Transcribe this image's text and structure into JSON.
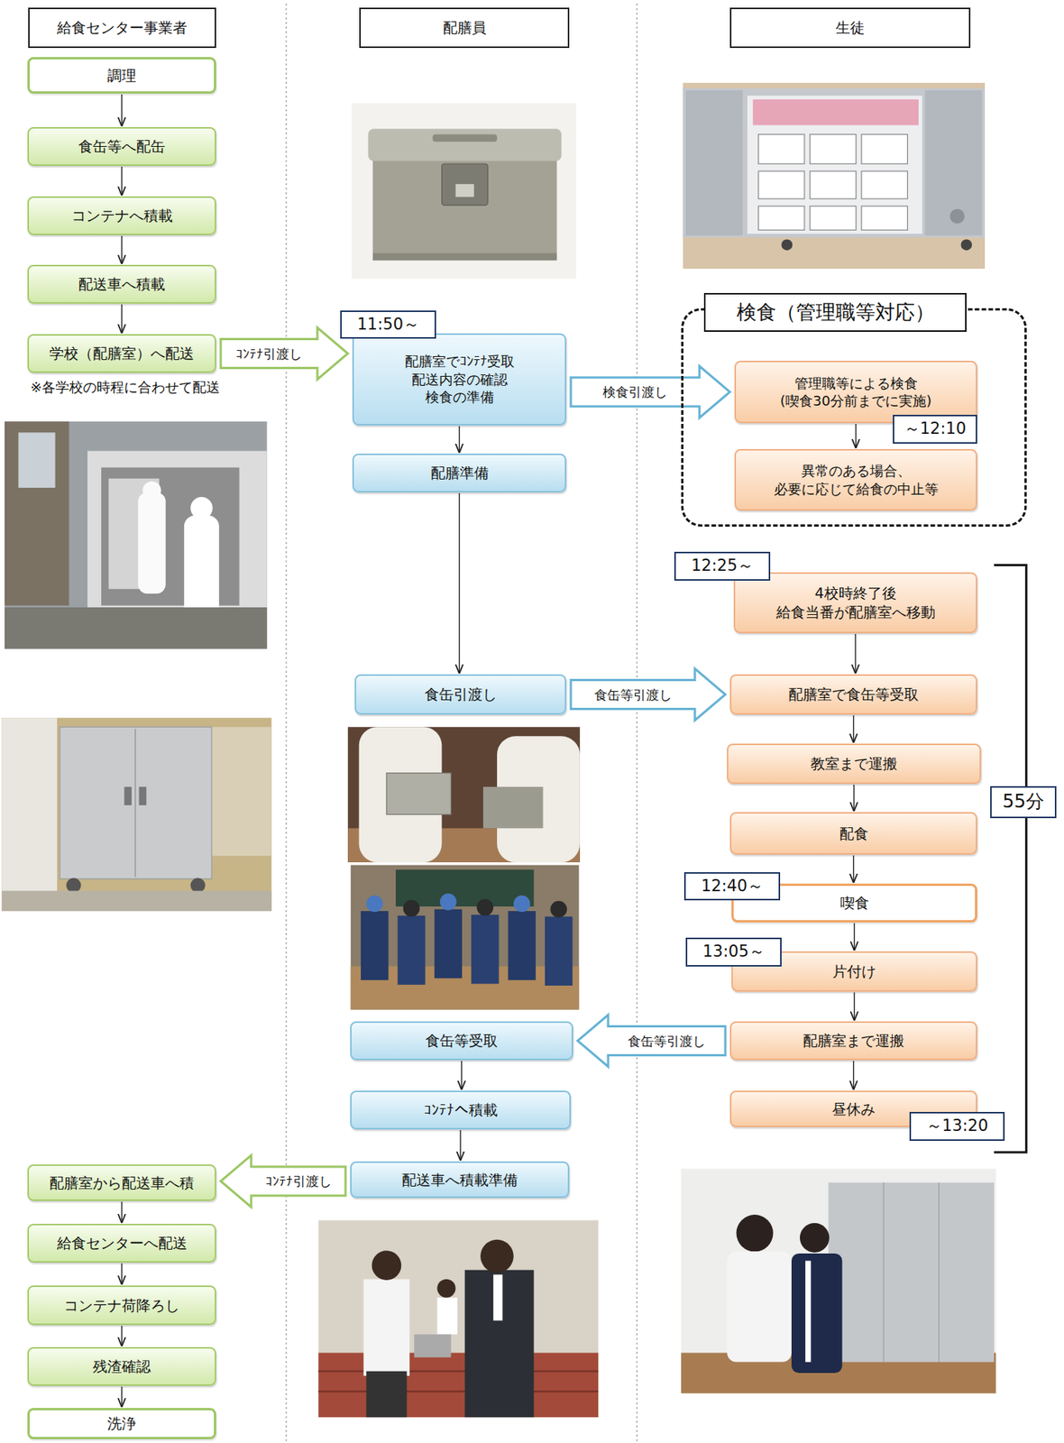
{
  "diagram": {
    "nodes": [
      {
        "text": [
          "給食センター事業者"
        ]
      },
      {
        "text": [
          "配膳員"
        ]
      },
      {
        "text": [
          "生徒"
        ]
      },
      {
        "text": [
          "調理"
        ]
      },
      {
        "text": [
          "食缶等へ配缶"
        ]
      },
      {
        "text": [
          "コンテナへ積載"
        ]
      },
      {
        "text": [
          "配送車へ積載"
        ]
      },
      {
        "text": [
          "学校（配膳室）へ配送"
        ]
      },
      {
        "text": [
          "11:50～"
        ]
      },
      {
        "text": [
          "配膳室でｺﾝﾃﾅ受取 配送内容の確認 検食の準備"
        ]
      },
      {
        "text": [
          "配膳準備"
        ]
      },
      {
        "text": [
          "食缶引渡し"
        ]
      },
      {
        "text": [
          "食缶等受取"
        ]
      },
      {
        "text": [
          "ｺﾝﾃﾅへ積載"
        ]
      },
      {
        "text": [
          "配送車へ積載準備"
        ]
      },
      {
        "text": [
          "検食（管理職等対応）"
        ]
      },
      {
        "text": [
          "管理職等による検食 (喫食30分前までに実施)"
        ],
        "in": 15
      },
      {
        "text": [
          "～12:10"
        ],
        "in": 15
      },
      {
        "text": [
          "異常のある場合、 必要に応じて給食の中止等"
        ],
        "in": 15
      },
      {
        "text": [
          "12:25～"
        ]
      },
      {
        "text": [
          "4校時終了後 給食当番が配膳室へ移動"
        ]
      },
      {
        "text": [
          "配膳室で食缶等受取"
        ]
      },
      {
        "text": [
          "教室まで運搬"
        ]
      },
      {
        "text": [
          "配食"
        ]
      },
      {
        "text": [
          "12:40～"
        ]
      },
      {
        "text": [
          "喫食"
        ]
      },
      {
        "text": [
          "13:05～"
        ]
      },
      {
        "text": [
          "片付け"
        ]
      },
      {
        "text": [
          "配膳室まで運搬"
        ]
      },
      {
        "text": [
          "昼休み"
        ]
      },
      {
        "text": [
          "～13:20"
        ]
      },
      {
        "text": [
          "55分"
        ]
      },
      {
        "text": [
          "配膳室から配送車へ積"
        ]
      },
      {
        "text": [
          "給食センターへ配送"
        ]
      },
      {
        "text": [
          "コンテナ荷降ろし"
        ]
      },
      {
        "text": [
          "残渣確認"
        ]
      },
      {
        "text": [
          "洗浄"
        ]
      }
    ],
    "edges": [
      {
        "from": 3,
        "to": 4,
        "arrow": "to"
      },
      {
        "from": 4,
        "to": 5,
        "arrow": "to"
      },
      {
        "from": 5,
        "to": 6,
        "arrow": "to"
      },
      {
        "from": 6,
        "to": 7,
        "arrow": "to"
      },
      {
        "from": 7,
        "to": 9,
        "label": "ｺﾝﾃﾅ引渡し",
        "arrow": "to"
      },
      {
        "from": 9,
        "to": 10,
        "arrow": "to"
      },
      {
        "from": 10,
        "to": 11,
        "arrow": "to"
      },
      {
        "from": 9,
        "to": 16,
        "label": "検食引渡し",
        "arrow": "to"
      },
      {
        "from": 16,
        "to": 18,
        "arrow": "to"
      },
      {
        "from": 11,
        "to": 21,
        "label": "食缶等引渡し",
        "arrow": "to"
      },
      {
        "from": 20,
        "to": 21,
        "arrow": "to"
      },
      {
        "from": 21,
        "to": 22,
        "arrow": "to"
      },
      {
        "from": 22,
        "to": 23,
        "arrow": "to"
      },
      {
        "from": 23,
        "to": 25,
        "arrow": "to"
      },
      {
        "from": 25,
        "to": 27,
        "arrow": "to"
      },
      {
        "from": 27,
        "to": 28,
        "arrow": "to"
      },
      {
        "from": 28,
        "to": 29,
        "arrow": "to"
      },
      {
        "from": 28,
        "to": 12,
        "label": "食缶等引渡し",
        "arrow": "to"
      },
      {
        "from": 12,
        "to": 13,
        "arrow": "to"
      },
      {
        "from": 13,
        "to": 14,
        "arrow": "to"
      },
      {
        "from": 14,
        "to": 32,
        "label": "ｺﾝﾃﾅ引渡し",
        "arrow": "to"
      },
      {
        "from": 32,
        "to": 33,
        "arrow": "to"
      },
      {
        "from": 33,
        "to": 34,
        "arrow": "to"
      },
      {
        "from": 34,
        "to": 35,
        "arrow": "to"
      },
      {
        "from": 35,
        "to": 36,
        "arrow": "to"
      }
    ],
    "labels": [
      "※各学校の時程に合わせて配送"
    ]
  }
}
